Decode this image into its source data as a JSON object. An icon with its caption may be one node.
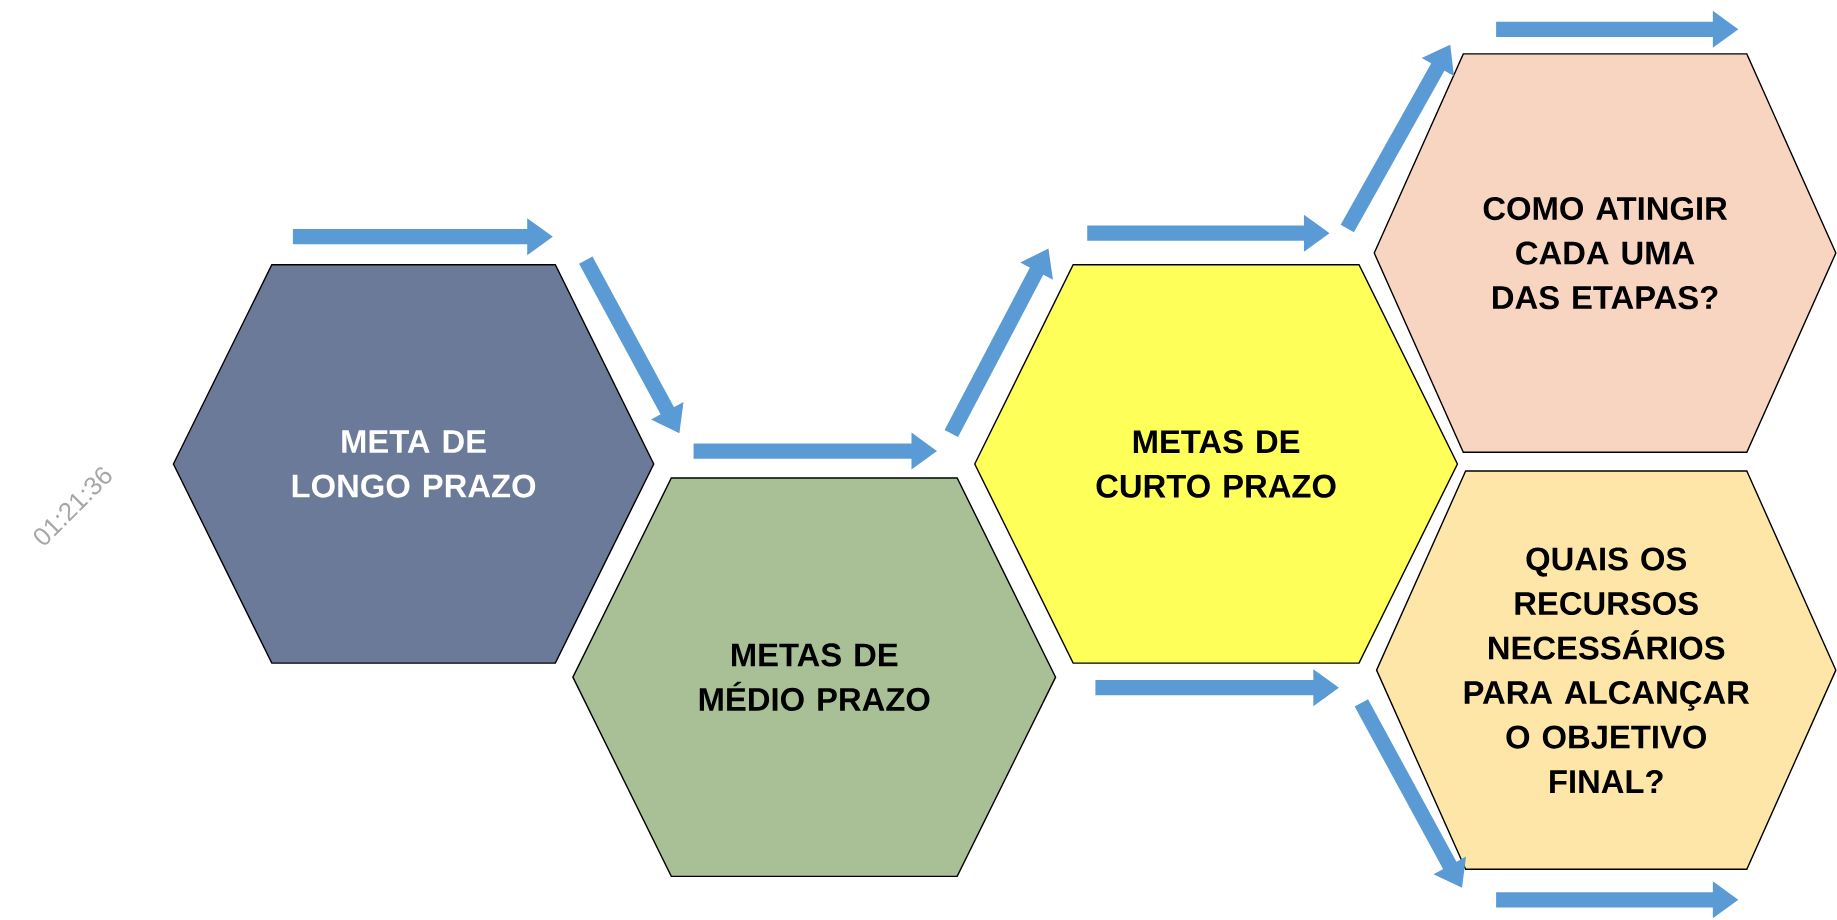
{
  "diagram": {
    "nodes": [
      {
        "text": [
          "META DE LONGO PRAZO"
        ]
      },
      {
        "text": [
          "METAS DE MÉDIO PRAZO"
        ]
      },
      {
        "text": [
          "METAS DE CURTO PRAZO"
        ]
      },
      {
        "text": [
          "COMO ATINGIR CADA UMA DAS ETAPAS?"
        ]
      },
      {
        "text": [
          "QUAIS OS RECURSOS NECESSÁRIOS PARA ALCANÇAR O OBJETIVO FINAL?"
        ]
      }
    ],
    "labels": [
      "01:21:36"
    ]
  }
}
